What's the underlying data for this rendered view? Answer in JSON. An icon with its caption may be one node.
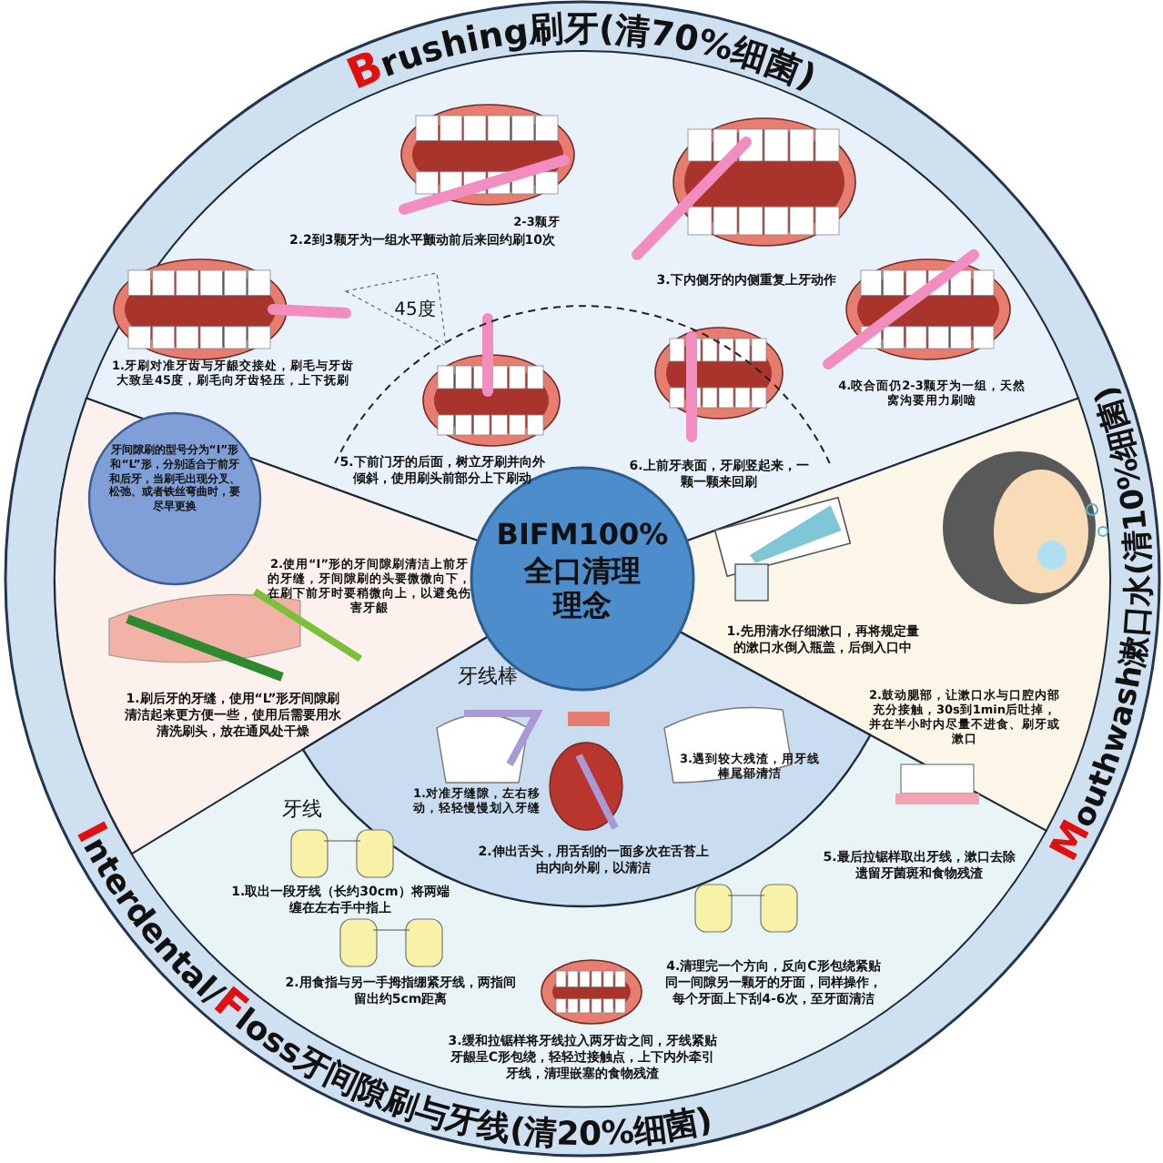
{
  "diagram": {
    "nodes": [
      {
        "text": [
          "Brushing刷牙(清70%细菌)"
        ]
      },
      {
        "text": [
          "Mouthwash漱口水(清10%细菌)"
        ]
      },
      {
        "text": [
          "Interdental/Floss牙间隙刷与牙线(清20%细菌)"
        ]
      },
      {
        "text": [
          "BIFM100%",
          "全口清理理念"
        ]
      },
      {
        "text": [
          "牙间隙刷的型号分为“I”形和“L”形，分别适合于前牙和后牙，当刷毛出现分叉、松弛、或者铁丝弯曲时，要尽早更换"
        ],
        "in": 2
      },
      {
        "text": [
          "牙线棒"
        ],
        "in": 2
      },
      {
        "text": [
          "牙线"
        ],
        "in": 2
      }
    ],
    "labels": [
      "2-3颗牙",
      "2.2到3颗牙为一组水平颤动前后来回约刷10次",
      "3.下内侧牙的内侧重复上牙动作",
      "45度",
      "1.牙刷对准牙齿与牙龈交接处，刷毛与牙齿大致呈45度，刷毛向牙齿轻压，上下抚刷",
      "4.咬合面仍2-3颗牙为一组，天然窝沟要用力刷啮",
      "5.下前门牙的后面，树立牙刷并向外倾斜，使用刷头前部分上下刷动",
      "6.上前牙表面，牙刷竖起来，一颗一颗来回刷",
      "2.使用“I”形的牙间隙刷清洁上前牙的牙缝，牙间隙刷的头要微微向下，在刷下前牙时要稍微向上，以避免伤害牙龈",
      "1.先用清水仔细漱口，再将规定量的漱口水倒入瓶盖，后倒入口中",
      "2.鼓动腮部，让漱口水与口腔内部充分接触，30s到1min后吐掉，并在半小时内尽量不进食、刷牙或漱口",
      "1.刷后牙的牙缝，使用“L”形牙间隙刷清洁起来更方便一些，使用后需要用水清洗刷头，放在通风处干燥",
      "1.对准牙缝隙，左右移动，轻轻慢慢划入牙缝",
      "3.遇到较大残渣，用牙线棒尾部清洁",
      "5.最后拉锯样取出牙线，漱口去除遗留牙菌斑和食物残渣",
      "1.取出一段牙线（长约30cm）将两端缠在左右手中指上",
      "2.伸出舌头，用舌刮的一面多次在舌苔上由内向外刷，以清洁",
      "2.用食指与另一手拇指绷紧牙线，两指间留出约5cm距离",
      "4.清理完一个方向，反向C形包绕紧贴同一间隙另一颗牙的牙面，同样操作，每个牙面上下刮4-6次，至牙面清洁",
      "3.缓和拉锯样将牙线拉入两牙齿之间，牙线紧贴牙龈呈C形包绕，轻轻过接触点，上下内外牵引牙线，清理嵌塞的食物残渣"
    ]
  }
}
